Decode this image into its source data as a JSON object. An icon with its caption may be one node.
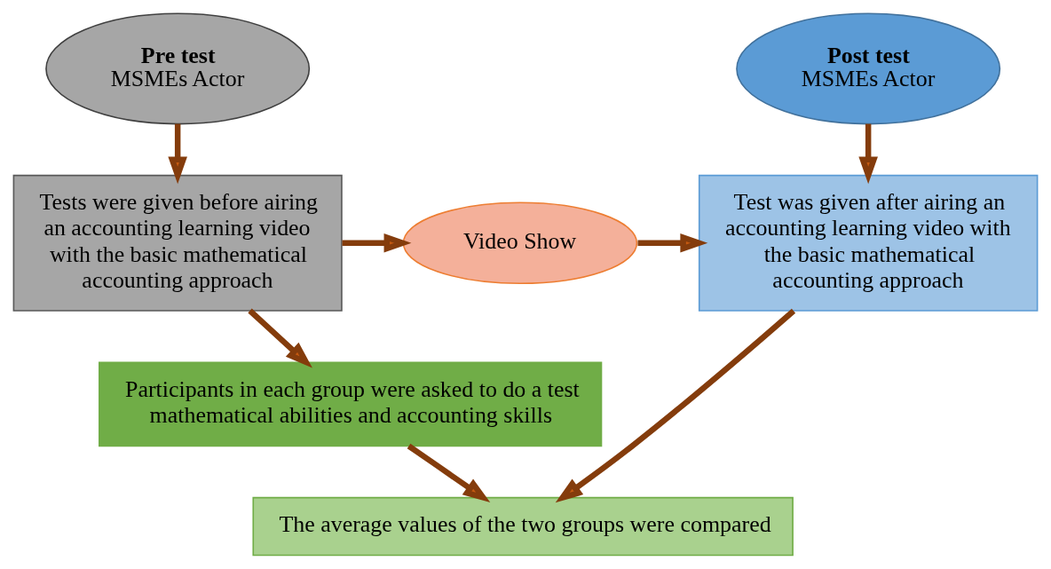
{
  "diagram": {
    "nodes": [
      {
        "text": [
          "Pre test",
          "MSMEs Actor"
        ]
      },
      {
        "text": [
          "Tests were given before airing an accounting learning video with the basic mathematical accounting approach"
        ]
      },
      {
        "text": [
          "Video Show"
        ]
      },
      {
        "text": [
          "Post test",
          "MSMEs Actor"
        ]
      },
      {
        "text": [
          "Test was given after airing an accounting learning video with the basic mathematical accounting approach"
        ]
      },
      {
        "text": [
          "Participants in each group were asked to do a test mathematical abilities and accounting skills"
        ]
      },
      {
        "text": [
          "The average values of the two groups were compared"
        ]
      }
    ],
    "edges": [
      {
        "from": 0,
        "to": 1,
        "arrow": "to"
      },
      {
        "from": 1,
        "to": 2,
        "arrow": "to"
      },
      {
        "from": 3,
        "to": 4,
        "arrow": "to"
      },
      {
        "from": 2,
        "to": 4,
        "arrow": "to"
      },
      {
        "from": 1,
        "to": 5,
        "arrow": "to"
      },
      {
        "from": 5,
        "to": 6,
        "arrow": "to"
      },
      {
        "from": 4,
        "to": 6,
        "arrow": "to"
      }
    ]
  }
}
